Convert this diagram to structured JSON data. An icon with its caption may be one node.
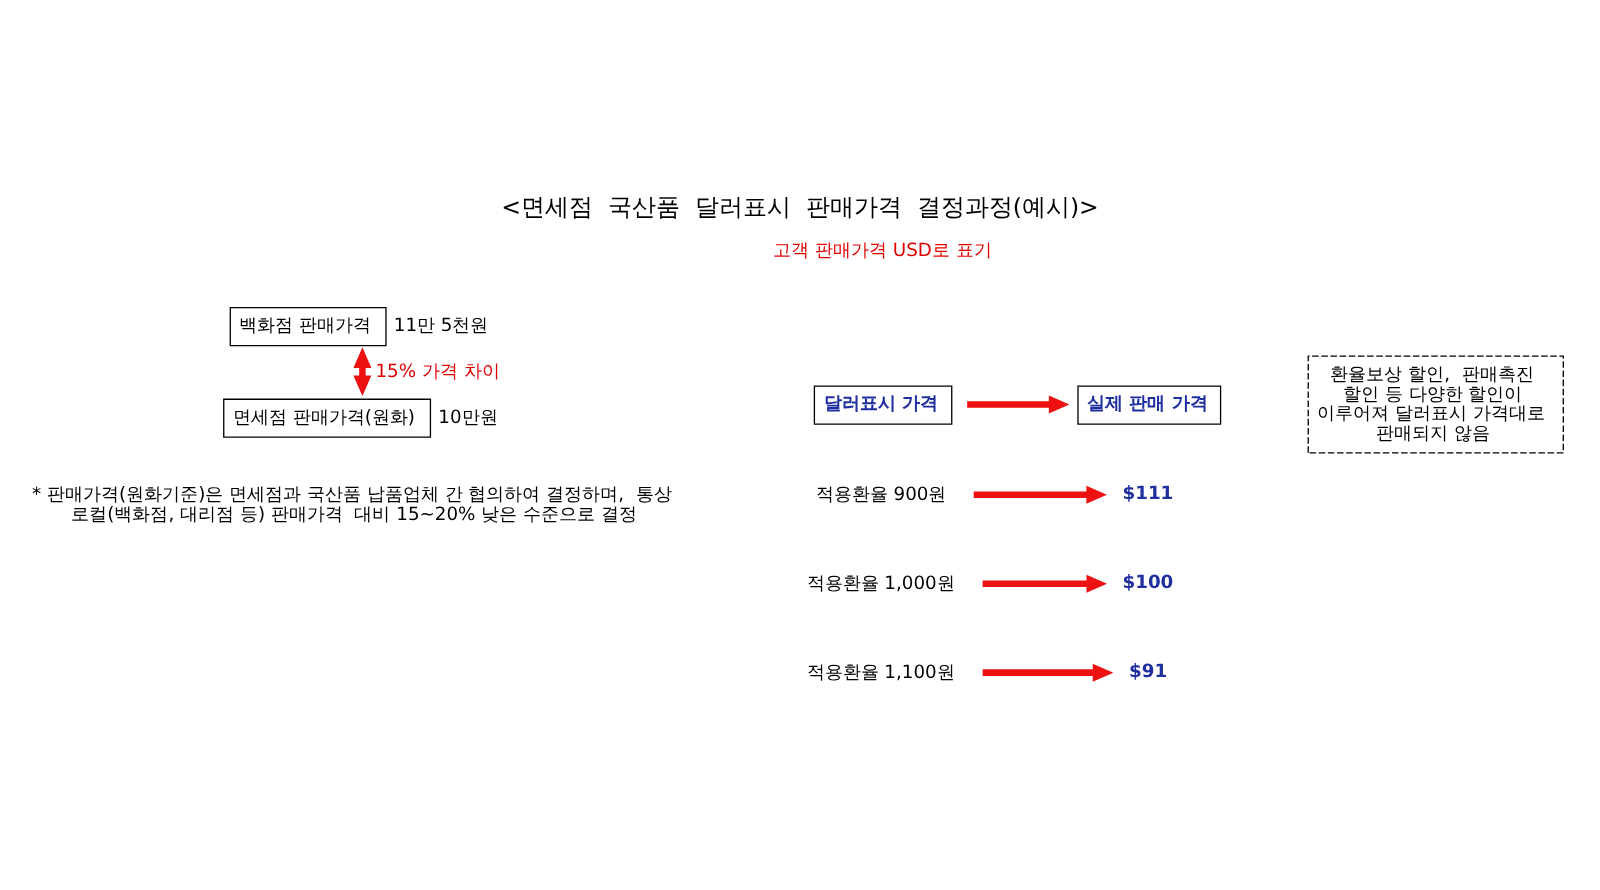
{
  "diagram": {
    "title": "<면세점  국산품  달러표시  판매가격  결정과정(예시)>",
    "nodes": [
      {
        "text": [
          "백화점 판매가격"
        ],
        "beside": [
          "11만 5천원"
        ]
      },
      {
        "text": [
          "면세점 판매가격(원화)"
        ],
        "beside": [
          "10만원"
        ]
      },
      {
        "text": [
          "달러표시 가격"
        ]
      },
      {
        "text": [
          "실제 판매 가격"
        ]
      },
      {
        "text": [
          "환율보상 할인,  판매촉진 할인 등 다양한 할인이 이루어져 달러표시 가격대로 판매되지 않음"
        ]
      },
      {
        "text": [
          "적용환율 900원"
        ]
      },
      {
        "text": [
          "$111"
        ]
      },
      {
        "text": [
          "적용환율 1,000원"
        ]
      },
      {
        "text": [
          "$100"
        ]
      },
      {
        "text": [
          "적용환율 1,100원"
        ]
      },
      {
        "text": [
          "$91"
        ]
      }
    ],
    "edges": [
      {
        "from": 0,
        "to": 1,
        "arrow": "both",
        "label": "15% 가격 차이"
      },
      {
        "from": 2,
        "to": 3,
        "arrow": "to"
      },
      {
        "from": 5,
        "to": 6,
        "arrow": "to"
      },
      {
        "from": 7,
        "to": 8,
        "arrow": "to"
      },
      {
        "from": 9,
        "to": 10,
        "arrow": "to"
      }
    ],
    "labels": [
      "고객 판매가격 USD로 표기",
      "* 판매가격(원화기준)은 면세점과 국산품 납품업체 간 협의하여 결정하며,  통상 로컬(백화점, 대리점 등) 판매가격  대비 15~20% 낮은 수준으로 결정"
    ]
  }
}
